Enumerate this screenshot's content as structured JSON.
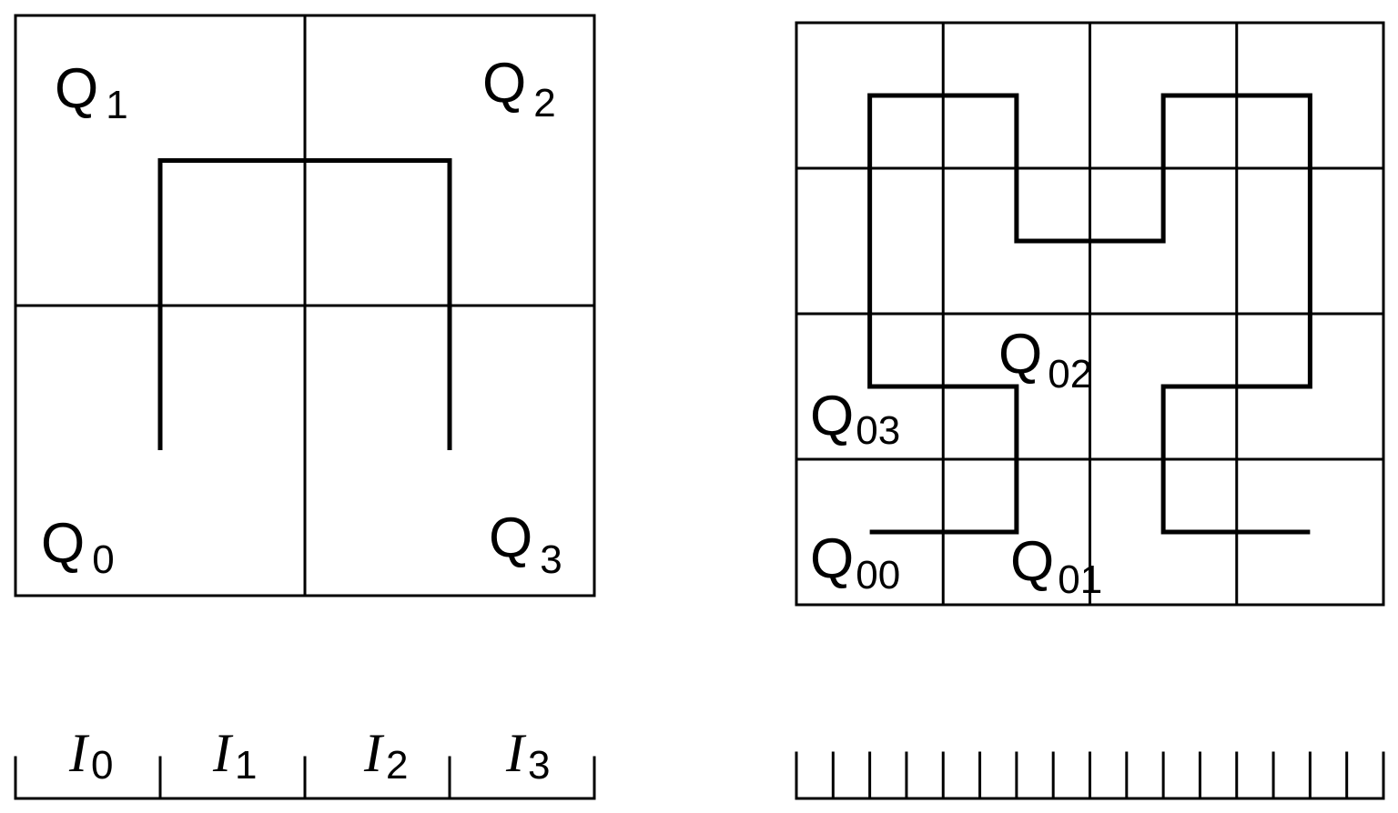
{
  "left_panel": {
    "grid_divisions": 2,
    "quadrants": [
      {
        "letter": "Q",
        "sub": "1"
      },
      {
        "letter": "Q",
        "sub": "2"
      },
      {
        "letter": "Q",
        "sub": "0"
      },
      {
        "letter": "Q",
        "sub": "3"
      }
    ],
    "intervals": [
      {
        "letter": "I",
        "sub": "0"
      },
      {
        "letter": "I",
        "sub": "1"
      },
      {
        "letter": "I",
        "sub": "2"
      },
      {
        "letter": "I",
        "sub": "3"
      }
    ]
  },
  "right_panel": {
    "grid_divisions": 4,
    "ruler_intervals": 16,
    "quadrants": [
      {
        "letter": "Q",
        "sub": "02"
      },
      {
        "letter": "Q",
        "sub": "03"
      },
      {
        "letter": "Q",
        "sub": "00"
      },
      {
        "letter": "Q",
        "sub": "01"
      }
    ]
  }
}
